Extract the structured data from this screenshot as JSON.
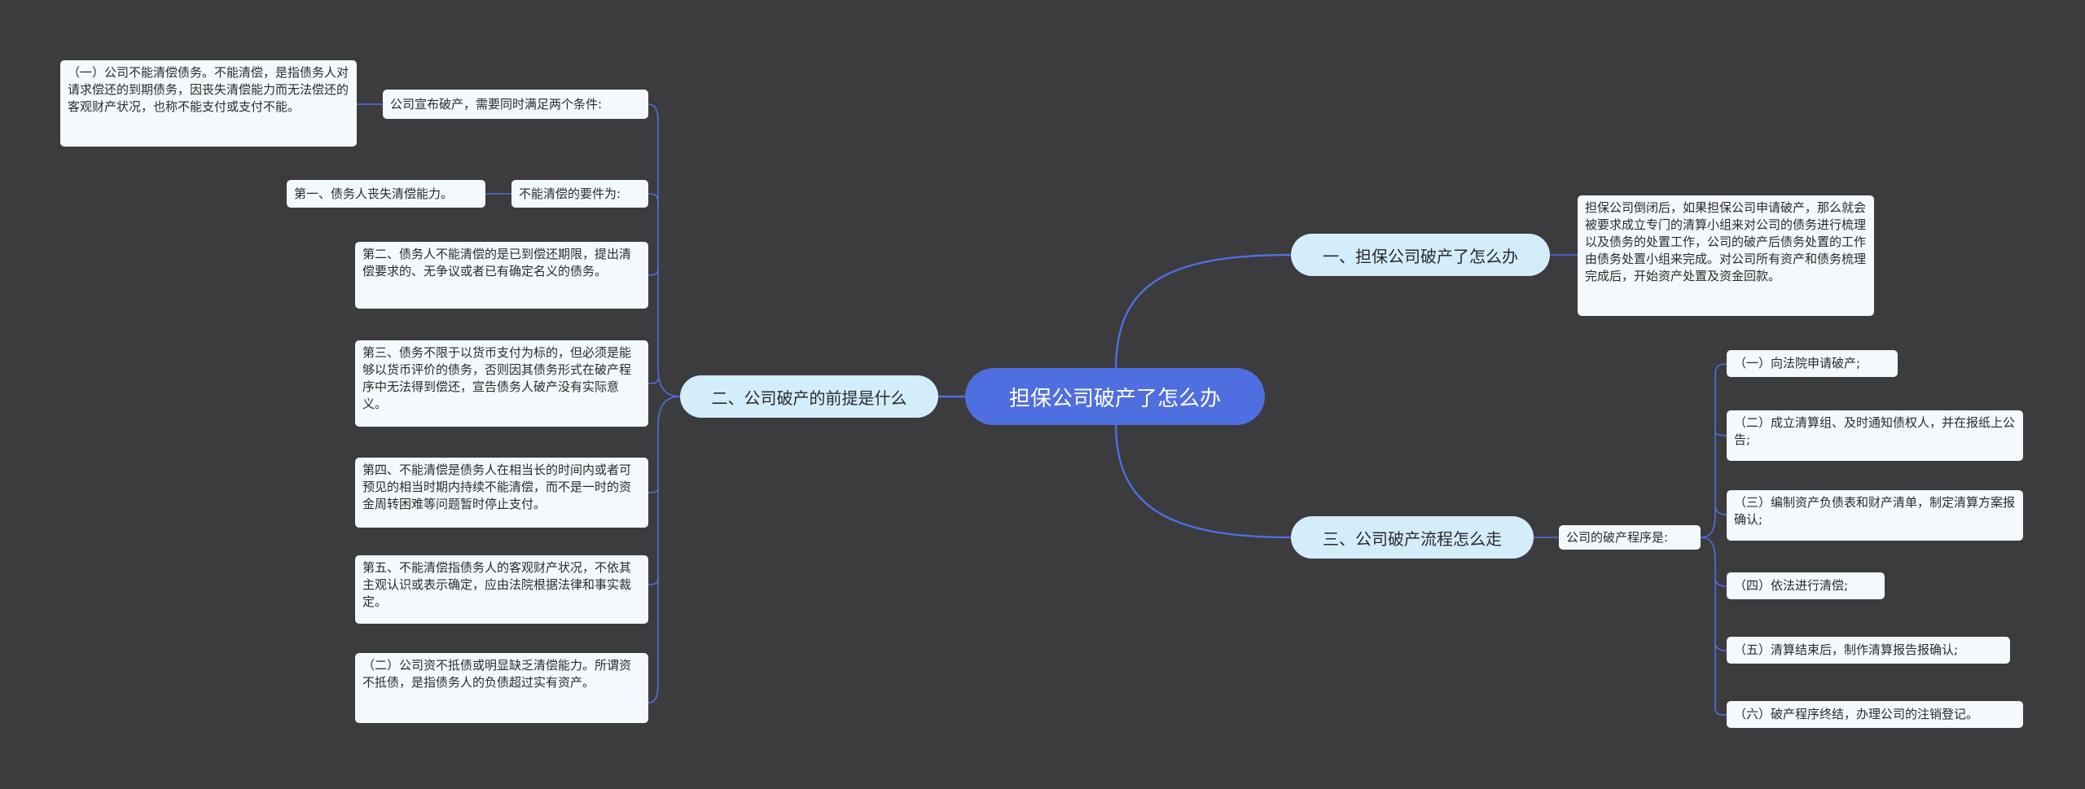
{
  "root": {
    "label": "担保公司破产了怎么办"
  },
  "colors": {
    "background": "#3c3b3e",
    "root": "#4f6fe0",
    "branch": "#d4edfb",
    "leaf": "#f4f9fd",
    "line": "#4f6fe0"
  },
  "branches": {
    "b1": {
      "label": "一、担保公司破产了怎么办",
      "detail": "担保公司倒闭后，如果担保公司申请破产，那么就会被要求成立专门的清算小组来对公司的债务进行梳理以及债务的处置工作，公司的破产后债务处置的工作由债务处置小组来完成。对公司所有资产和债务梳理完成后，开始资产处置及资金回款。"
    },
    "b2": {
      "label": "二、公司破产的前提是什么",
      "cond_label": "公司宣布破产，需要同时满足两个条件:",
      "cond_detail": "（一）公司不能清偿债务。不能清偿，是指债务人对请求偿还的到期债务，因丧失清偿能力而无法偿还的客观财产状况，也称不能支付或支付不能。",
      "req_label": "不能清偿的要件为:",
      "req_first": "第一、债务人丧失清偿能力。",
      "items": [
        "第二、债务人不能清偿的是已到偿还期限，提出清偿要求的、无争议或者已有确定名义的债务。",
        "第三、债务不限于以货币支付为标的，但必须是能够以货币评价的债务，否则因其债务形式在破产程序中无法得到偿还，宣告债务人破产没有实际意义。",
        "第四、不能清偿是债务人在相当长的时间内或者可预见的相当时期内持续不能清偿，而不是一时的资金周转困难等问题暂时停止支付。",
        "第五、不能清偿指债务人的客观财产状况，不依其主观认识或表示确定，应由法院根据法律和事实裁定。",
        "（二）公司资不抵债或明显缺乏清偿能力。所谓资不抵债，是指债务人的负债超过实有资产。"
      ]
    },
    "b3": {
      "label": "三、公司破产流程怎么走",
      "proc_label": "公司的破产程序是:",
      "steps": [
        "（一）向法院申请破产;",
        "（二）成立清算组、及时通知债权人，并在报纸上公告;",
        "（三）编制资产负债表和财产清单，制定清算方案报确认;",
        "（四）依法进行清偿;",
        "（五）清算结束后，制作清算报告报确认;",
        "（六）破产程序终结，办理公司的注销登记。"
      ]
    }
  }
}
